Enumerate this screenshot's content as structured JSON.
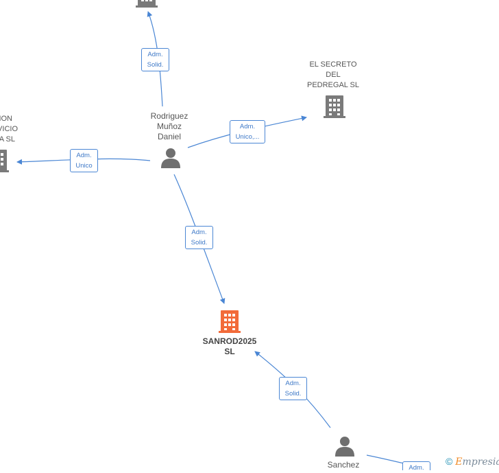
{
  "colors": {
    "edge": "#4a86d4",
    "company_icon": "#7a7a7a",
    "main_company_icon": "#f26b3a",
    "person_icon": "#6f6f6f"
  },
  "nodes": {
    "top_company": {
      "label": "",
      "icon": "building-icon"
    },
    "el_secreto": {
      "label": [
        "EL SECRETO",
        "DEL",
        "PEDREGAL  SL"
      ],
      "icon": "building-icon"
    },
    "left_company": {
      "label": [
        "ION",
        "VICIO",
        "A SL"
      ],
      "icon": "building-icon"
    },
    "rodriguez": {
      "label": [
        "Rodriguez",
        "Muñoz",
        "Daniel"
      ],
      "icon": "person-icon"
    },
    "sanrod": {
      "label": [
        "SANROD2025",
        "SL"
      ],
      "icon": "building-icon"
    },
    "sanchez": {
      "label": [
        "Sanchez"
      ],
      "icon": "person-icon"
    }
  },
  "edges": [
    {
      "id": "rodriguez-top",
      "label": [
        "Adm.",
        "Solid."
      ]
    },
    {
      "id": "rodriguez-secreto",
      "label": [
        "Adm.",
        "Unico,..."
      ]
    },
    {
      "id": "rodriguez-left",
      "label": [
        "Adm.",
        "Unico"
      ]
    },
    {
      "id": "rodriguez-sanrod",
      "label": [
        "Adm.",
        "Solid."
      ]
    },
    {
      "id": "sanchez-sanrod",
      "label": [
        "Adm.",
        "Solid."
      ]
    },
    {
      "id": "sanchez-right",
      "label": [
        "Adm."
      ]
    }
  ],
  "watermark": {
    "copyright": "©",
    "brand_first": "E",
    "brand_rest": "mpresia"
  }
}
